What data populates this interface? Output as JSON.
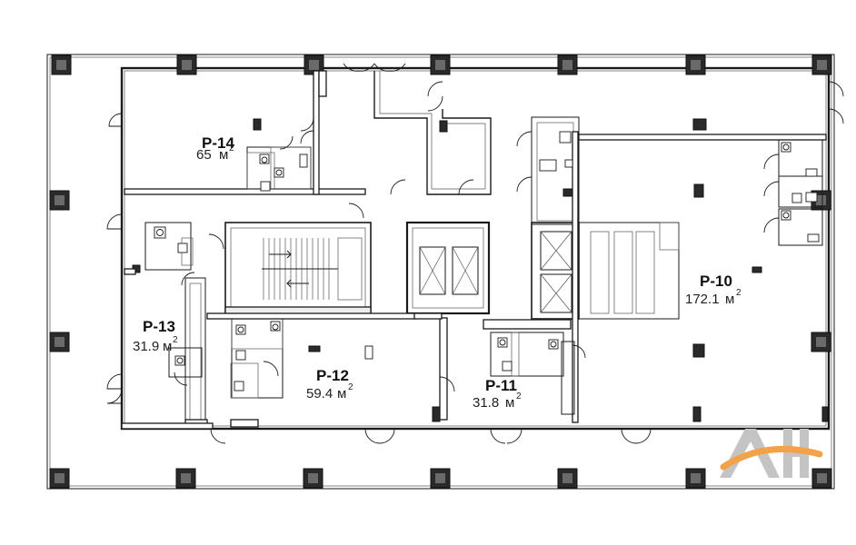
{
  "units": [
    {
      "id": "p14",
      "code": "P-14",
      "area_value": "65",
      "area_unit": "м"
    },
    {
      "id": "p13",
      "code": "P-13",
      "area_value": "31.9",
      "area_unit": "м"
    },
    {
      "id": "p12",
      "code": "P-12",
      "area_value": "59.4",
      "area_unit": "м"
    },
    {
      "id": "p11",
      "code": "P-11",
      "area_value": "31.8",
      "area_unit": "м"
    },
    {
      "id": "p10",
      "code": "P-10",
      "area_value": "172.1",
      "area_unit": "м"
    }
  ],
  "area_superscript": "2",
  "logo": {
    "text": "AH",
    "arc_color": "#f3a24a",
    "letter_color": "#c4c4c4"
  }
}
